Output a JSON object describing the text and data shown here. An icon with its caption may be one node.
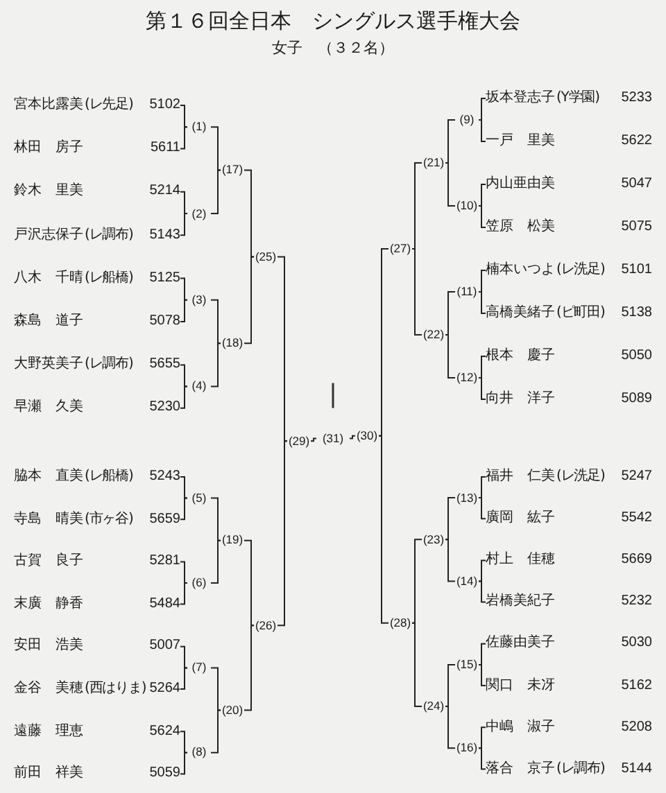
{
  "diagram": {
    "title": "第１６回全日本　シングルス選手権大会",
    "nodes": [
      {
        "text": [
          "宮本比露美",
          "(レ先足)",
          "5102"
        ]
      },
      {
        "text": [
          "林田　房子",
          "5611"
        ]
      },
      {
        "text": [
          "鈴木　里美",
          "5214"
        ]
      },
      {
        "text": [
          "戸沢志保子",
          "(レ調布)",
          "5143"
        ]
      },
      {
        "text": [
          "八木　千晴",
          "(レ船橋)",
          "5125"
        ]
      },
      {
        "text": [
          "森島　道子",
          "5078"
        ]
      },
      {
        "text": [
          "大野英美子",
          "(レ調布)",
          "5655"
        ]
      },
      {
        "text": [
          "早瀬　久美",
          "5230"
        ]
      },
      {
        "text": [
          "脇本　直美",
          "(レ船橋)",
          "5243"
        ]
      },
      {
        "text": [
          "寺島　晴美",
          "(市ヶ谷)",
          "5659"
        ]
      },
      {
        "text": [
          "古賀　良子",
          "5281"
        ]
      },
      {
        "text": [
          "末廣　静香",
          "5484"
        ]
      },
      {
        "text": [
          "安田　浩美",
          "5007"
        ]
      },
      {
        "text": [
          "金谷　美穂",
          "(西はりま)",
          "5264"
        ]
      },
      {
        "text": [
          "遠藤　理恵",
          "5624"
        ]
      },
      {
        "text": [
          "前田　祥美",
          "5059"
        ]
      },
      {
        "text": [
          "坂本登志子",
          "(Y学園)",
          "5233"
        ]
      },
      {
        "text": [
          "一戸　里美",
          "5622"
        ]
      },
      {
        "text": [
          "内山亜由美",
          "5047"
        ]
      },
      {
        "text": [
          "笠原　松美",
          "5075"
        ]
      },
      {
        "text": [
          "楠本いつよ",
          "(レ洗足)",
          "5101"
        ]
      },
      {
        "text": [
          "高橋美緒子",
          "(ピ町田)",
          "5138"
        ]
      },
      {
        "text": [
          "根本　慶子",
          "5050"
        ]
      },
      {
        "text": [
          "向井　洋子",
          "5089"
        ]
      },
      {
        "text": [
          "福井　仁美",
          "(レ洗足)",
          "5247"
        ]
      },
      {
        "text": [
          "廣岡　紘子",
          "5542"
        ]
      },
      {
        "text": [
          "村上　佳穂",
          "5669"
        ]
      },
      {
        "text": [
          "岩橋美紀子",
          "5232"
        ]
      },
      {
        "text": [
          "佐藤由美子",
          "5030"
        ]
      },
      {
        "text": [
          "関口　未冴",
          "5162"
        ]
      },
      {
        "text": [
          "中嶋　淑子",
          "5208"
        ]
      },
      {
        "text": [
          "落合　京子",
          "(レ調布)",
          "5144"
        ]
      },
      {
        "text": [
          "(1)"
        ]
      },
      {
        "text": [
          "(2)"
        ]
      },
      {
        "text": [
          "(3)"
        ]
      },
      {
        "text": [
          "(4)"
        ]
      },
      {
        "text": [
          "(5)"
        ]
      },
      {
        "text": [
          "(6)"
        ]
      },
      {
        "text": [
          "(7)"
        ]
      },
      {
        "text": [
          "(8)"
        ]
      },
      {
        "text": [
          "(9)"
        ]
      },
      {
        "text": [
          "(10)"
        ]
      },
      {
        "text": [
          "(11)"
        ]
      },
      {
        "text": [
          "(12)"
        ]
      },
      {
        "text": [
          "(13)"
        ]
      },
      {
        "text": [
          "(14)"
        ]
      },
      {
        "text": [
          "(15)"
        ]
      },
      {
        "text": [
          "(16)"
        ]
      },
      {
        "text": [
          "(17)"
        ]
      },
      {
        "text": [
          "(18)"
        ]
      },
      {
        "text": [
          "(19)"
        ]
      },
      {
        "text": [
          "(20)"
        ]
      },
      {
        "text": [
          "(21)"
        ]
      },
      {
        "text": [
          "(22)"
        ]
      },
      {
        "text": [
          "(23)"
        ]
      },
      {
        "text": [
          "(24)"
        ]
      },
      {
        "text": [
          "(25)"
        ]
      },
      {
        "text": [
          "(26)"
        ]
      },
      {
        "text": [
          "(27)"
        ]
      },
      {
        "text": [
          "(28)"
        ]
      },
      {
        "text": [
          "(29)"
        ]
      },
      {
        "text": [
          "(30)"
        ]
      },
      {
        "text": [
          "(31)"
        ]
      }
    ],
    "edges": [
      {
        "from": 0,
        "to": 32,
        "arrow": "none"
      },
      {
        "from": 1,
        "to": 32,
        "arrow": "none"
      },
      {
        "from": 2,
        "to": 33,
        "arrow": "none"
      },
      {
        "from": 3,
        "to": 33,
        "arrow": "none"
      },
      {
        "from": 4,
        "to": 34,
        "arrow": "none"
      },
      {
        "from": 5,
        "to": 34,
        "arrow": "none"
      },
      {
        "from": 6,
        "to": 35,
        "arrow": "none"
      },
      {
        "from": 7,
        "to": 35,
        "arrow": "none"
      },
      {
        "from": 8,
        "to": 36,
        "arrow": "none"
      },
      {
        "from": 9,
        "to": 36,
        "arrow": "none"
      },
      {
        "from": 10,
        "to": 37,
        "arrow": "none"
      },
      {
        "from": 11,
        "to": 37,
        "arrow": "none"
      },
      {
        "from": 12,
        "to": 38,
        "arrow": "none"
      },
      {
        "from": 13,
        "to": 38,
        "arrow": "none"
      },
      {
        "from": 14,
        "to": 39,
        "arrow": "none"
      },
      {
        "from": 15,
        "to": 39,
        "arrow": "none"
      },
      {
        "from": 16,
        "to": 40,
        "arrow": "none"
      },
      {
        "from": 17,
        "to": 40,
        "arrow": "none"
      },
      {
        "from": 18,
        "to": 41,
        "arrow": "none"
      },
      {
        "from": 19,
        "to": 41,
        "arrow": "none"
      },
      {
        "from": 20,
        "to": 42,
        "arrow": "none"
      },
      {
        "from": 21,
        "to": 42,
        "arrow": "none"
      },
      {
        "from": 22,
        "to": 43,
        "arrow": "none"
      },
      {
        "from": 23,
        "to": 43,
        "arrow": "none"
      },
      {
        "from": 24,
        "to": 44,
        "arrow": "none"
      },
      {
        "from": 25,
        "to": 44,
        "arrow": "none"
      },
      {
        "from": 26,
        "to": 45,
        "arrow": "none"
      },
      {
        "from": 27,
        "to": 45,
        "arrow": "none"
      },
      {
        "from": 28,
        "to": 46,
        "arrow": "none"
      },
      {
        "from": 29,
        "to": 46,
        "arrow": "none"
      },
      {
        "from": 30,
        "to": 47,
        "arrow": "none"
      },
      {
        "from": 31,
        "to": 47,
        "arrow": "none"
      },
      {
        "from": 32,
        "to": 48,
        "arrow": "none"
      },
      {
        "from": 33,
        "to": 48,
        "arrow": "none"
      },
      {
        "from": 34,
        "to": 49,
        "arrow": "none"
      },
      {
        "from": 35,
        "to": 49,
        "arrow": "none"
      },
      {
        "from": 36,
        "to": 50,
        "arrow": "none"
      },
      {
        "from": 37,
        "to": 50,
        "arrow": "none"
      },
      {
        "from": 38,
        "to": 51,
        "arrow": "none"
      },
      {
        "from": 39,
        "to": 51,
        "arrow": "none"
      },
      {
        "from": 40,
        "to": 52,
        "arrow": "none"
      },
      {
        "from": 41,
        "to": 52,
        "arrow": "none"
      },
      {
        "from": 42,
        "to": 53,
        "arrow": "none"
      },
      {
        "from": 43,
        "to": 53,
        "arrow": "none"
      },
      {
        "from": 44,
        "to": 54,
        "arrow": "none"
      },
      {
        "from": 45,
        "to": 54,
        "arrow": "none"
      },
      {
        "from": 46,
        "to": 55,
        "arrow": "none"
      },
      {
        "from": 47,
        "to": 55,
        "arrow": "none"
      },
      {
        "from": 48,
        "to": 56,
        "arrow": "none"
      },
      {
        "from": 49,
        "to": 56,
        "arrow": "none"
      },
      {
        "from": 50,
        "to": 57,
        "arrow": "none"
      },
      {
        "from": 51,
        "to": 57,
        "arrow": "none"
      },
      {
        "from": 52,
        "to": 58,
        "arrow": "none"
      },
      {
        "from": 53,
        "to": 58,
        "arrow": "none"
      },
      {
        "from": 54,
        "to": 59,
        "arrow": "none"
      },
      {
        "from": 55,
        "to": 59,
        "arrow": "none"
      },
      {
        "from": 56,
        "to": 60,
        "arrow": "none"
      },
      {
        "from": 57,
        "to": 60,
        "arrow": "none"
      },
      {
        "from": 58,
        "to": 61,
        "arrow": "none"
      },
      {
        "from": 59,
        "to": 61,
        "arrow": "none"
      },
      {
        "from": 60,
        "to": 62,
        "arrow": "none"
      },
      {
        "from": 61,
        "to": 62,
        "arrow": "none"
      }
    ],
    "labels": [
      "女子　（３２名）"
    ]
  }
}
